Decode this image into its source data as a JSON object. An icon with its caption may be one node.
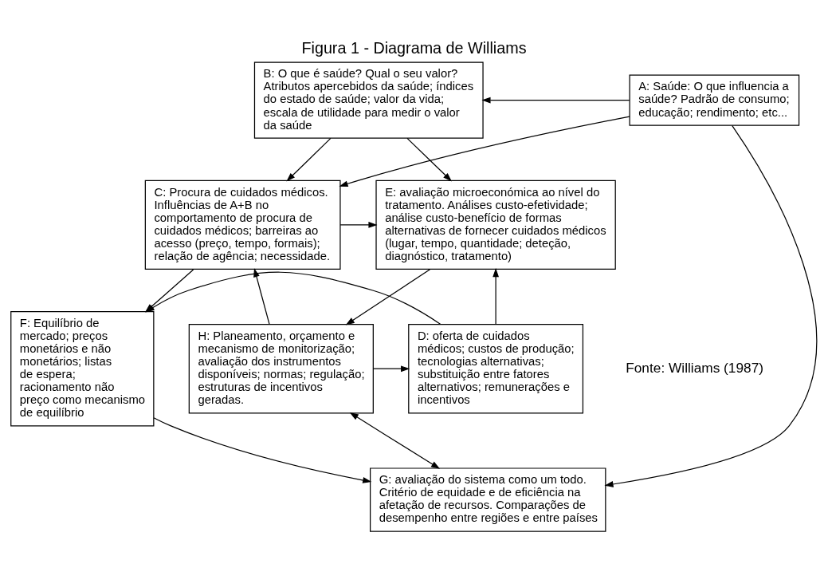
{
  "diagram": {
    "title": "Figura 1 - Diagrama de Williams",
    "nodes": [
      {
        "text": [
          "A: Saúde: O que influencia a saúde? Padrão de consumo; educação; rendimento; etc..."
        ]
      },
      {
        "text": [
          "B: O que é saúde? Qual o seu valor? Atributos apercebidos da saúde; índices do estado de saúde; valor da vida; escala de utilidade para medir o valor da saúde"
        ]
      },
      {
        "text": [
          "E: avaliação microeconómica ao nível do tratamento. Análises custo-efetividade; análise custo-benefício de formas alternativas de fornecer cuidados médicos (lugar, tempo, quantidade; deteção, diagnóstico, tratamento)"
        ]
      },
      {
        "text": [
          "C: Procura de cuidados médicos. Influências de A+B no comportamento de procura de cuidados médicos; barreiras ao acesso (preço, tempo, formais); relação de agência; necessidade."
        ]
      },
      {
        "text": [
          "F: Equilíbrio de mercado; preços monetários e não monetários; listas de espera; racionamento não preço como mecanismo de equilíbrio"
        ]
      },
      {
        "text": [
          "H: Planeamento, orçamento e mecanismo de monitorização; avaliação dos instrumentos disponíveis; normas; regulação; estruturas de incentivos geradas."
        ]
      },
      {
        "text": [
          "D: oferta de cuidados médicos; custos de produção; tecnologias alternativas; substituição entre fatores alternativos; remunerações e incentivos"
        ]
      },
      {
        "text": [
          "G: avaliação do sistema como um todo. Critério de equidade e de eficiência na afetação de recursos. Comparações de desempenho entre regiões e entre países"
        ]
      }
    ],
    "edges": [
      {
        "from": 0,
        "to": 1,
        "arrow": "to"
      },
      {
        "from": 0,
        "to": 3,
        "arrow": "to"
      },
      {
        "from": 0,
        "to": 7,
        "arrow": "to"
      },
      {
        "from": 1,
        "to": 2,
        "arrow": "to"
      },
      {
        "from": 1,
        "to": 3,
        "arrow": "to"
      },
      {
        "from": 3,
        "to": 2,
        "arrow": "to"
      },
      {
        "from": 3,
        "to": 4,
        "arrow": "to"
      },
      {
        "from": 2,
        "to": 5,
        "arrow": "to"
      },
      {
        "from": 5,
        "to": 3,
        "arrow": "to"
      },
      {
        "from": 6,
        "to": 2,
        "arrow": "to"
      },
      {
        "from": 5,
        "to": 6,
        "arrow": "to"
      },
      {
        "from": 6,
        "to": 4,
        "arrow": "to"
      },
      {
        "from": 4,
        "to": 7,
        "arrow": "to"
      },
      {
        "from": 5,
        "to": 7,
        "arrow": "both"
      }
    ],
    "labels": [
      "Fonte: Williams (1987)"
    ]
  }
}
